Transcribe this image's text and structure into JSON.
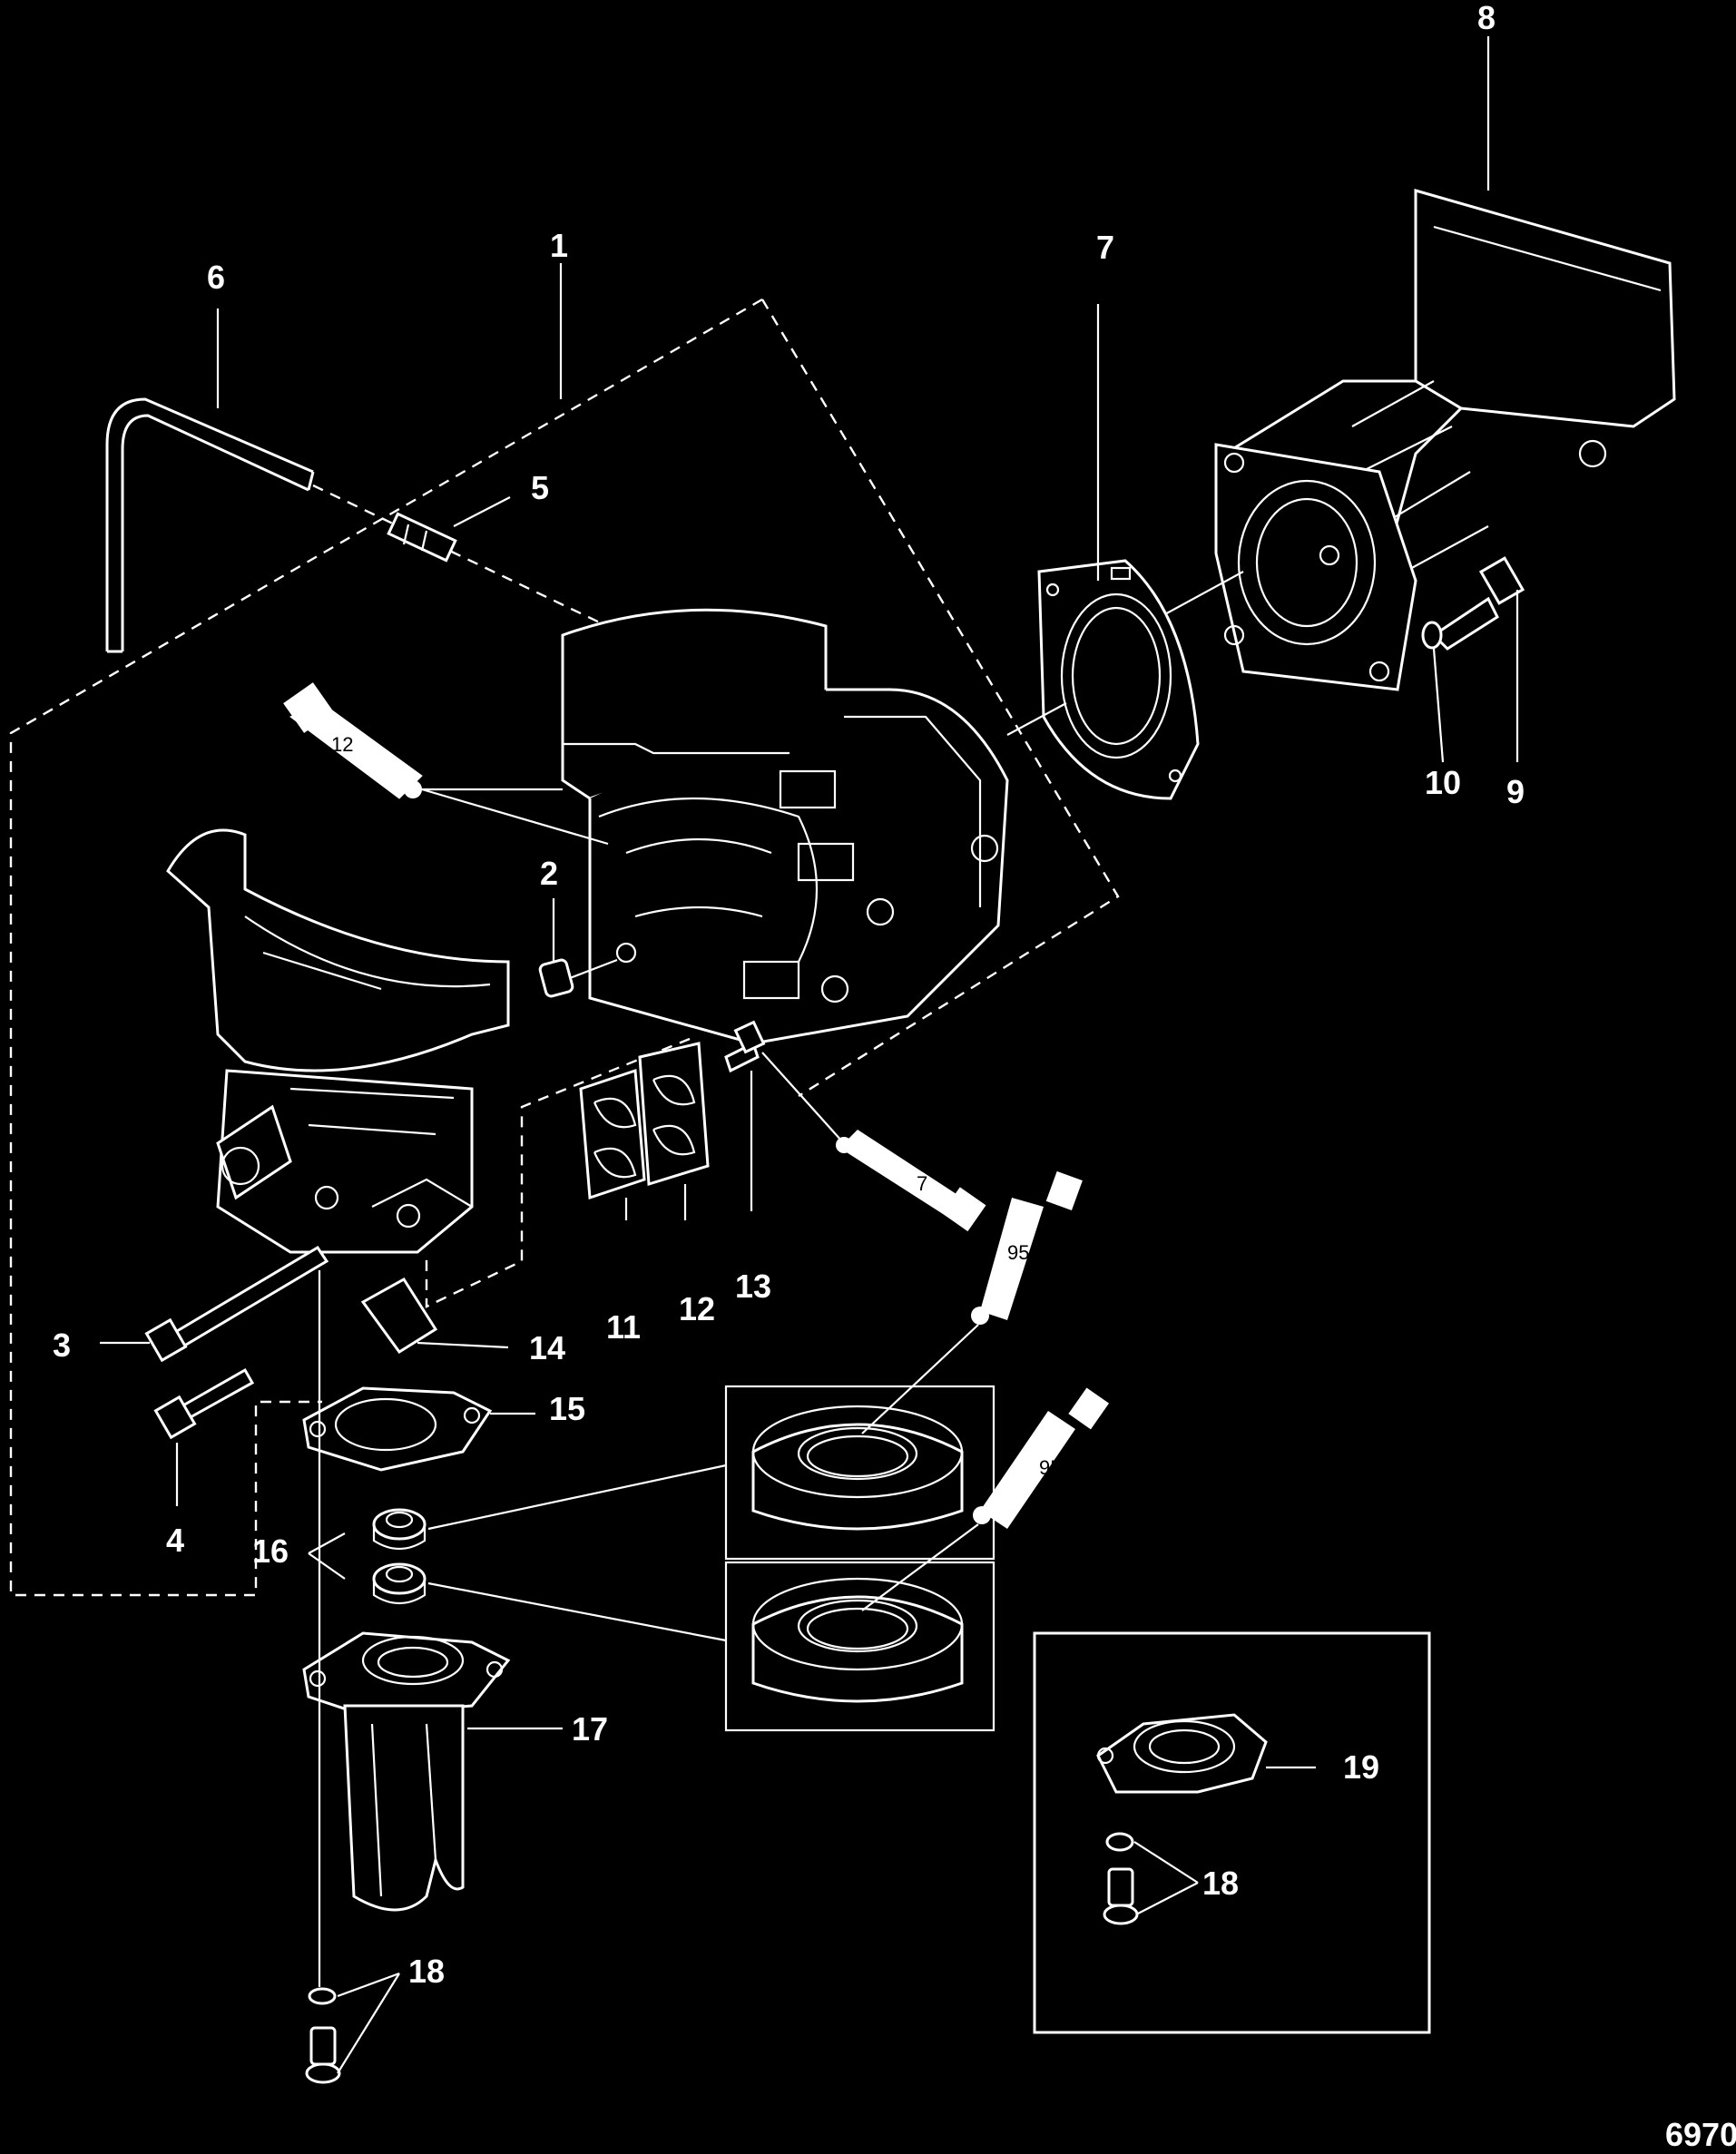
{
  "diagram": {
    "background": "#000000",
    "ink": "#ffffff",
    "callouts": {
      "c1": "1",
      "c2": "2",
      "c3": "3",
      "c4": "4",
      "c5": "5",
      "c6": "6",
      "c7": "7",
      "c8": "8",
      "c9": "9",
      "c10": "10",
      "c11": "11",
      "c12": "12",
      "c13": "13",
      "c14": "14",
      "c15": "15",
      "c16": "16",
      "c17": "17",
      "c18a": "18",
      "c18b": "18",
      "c19": "19"
    },
    "tubes": {
      "t12": "12",
      "t7": "7",
      "t95a": "95",
      "t95b": "95"
    },
    "figure_id": "6970"
  }
}
